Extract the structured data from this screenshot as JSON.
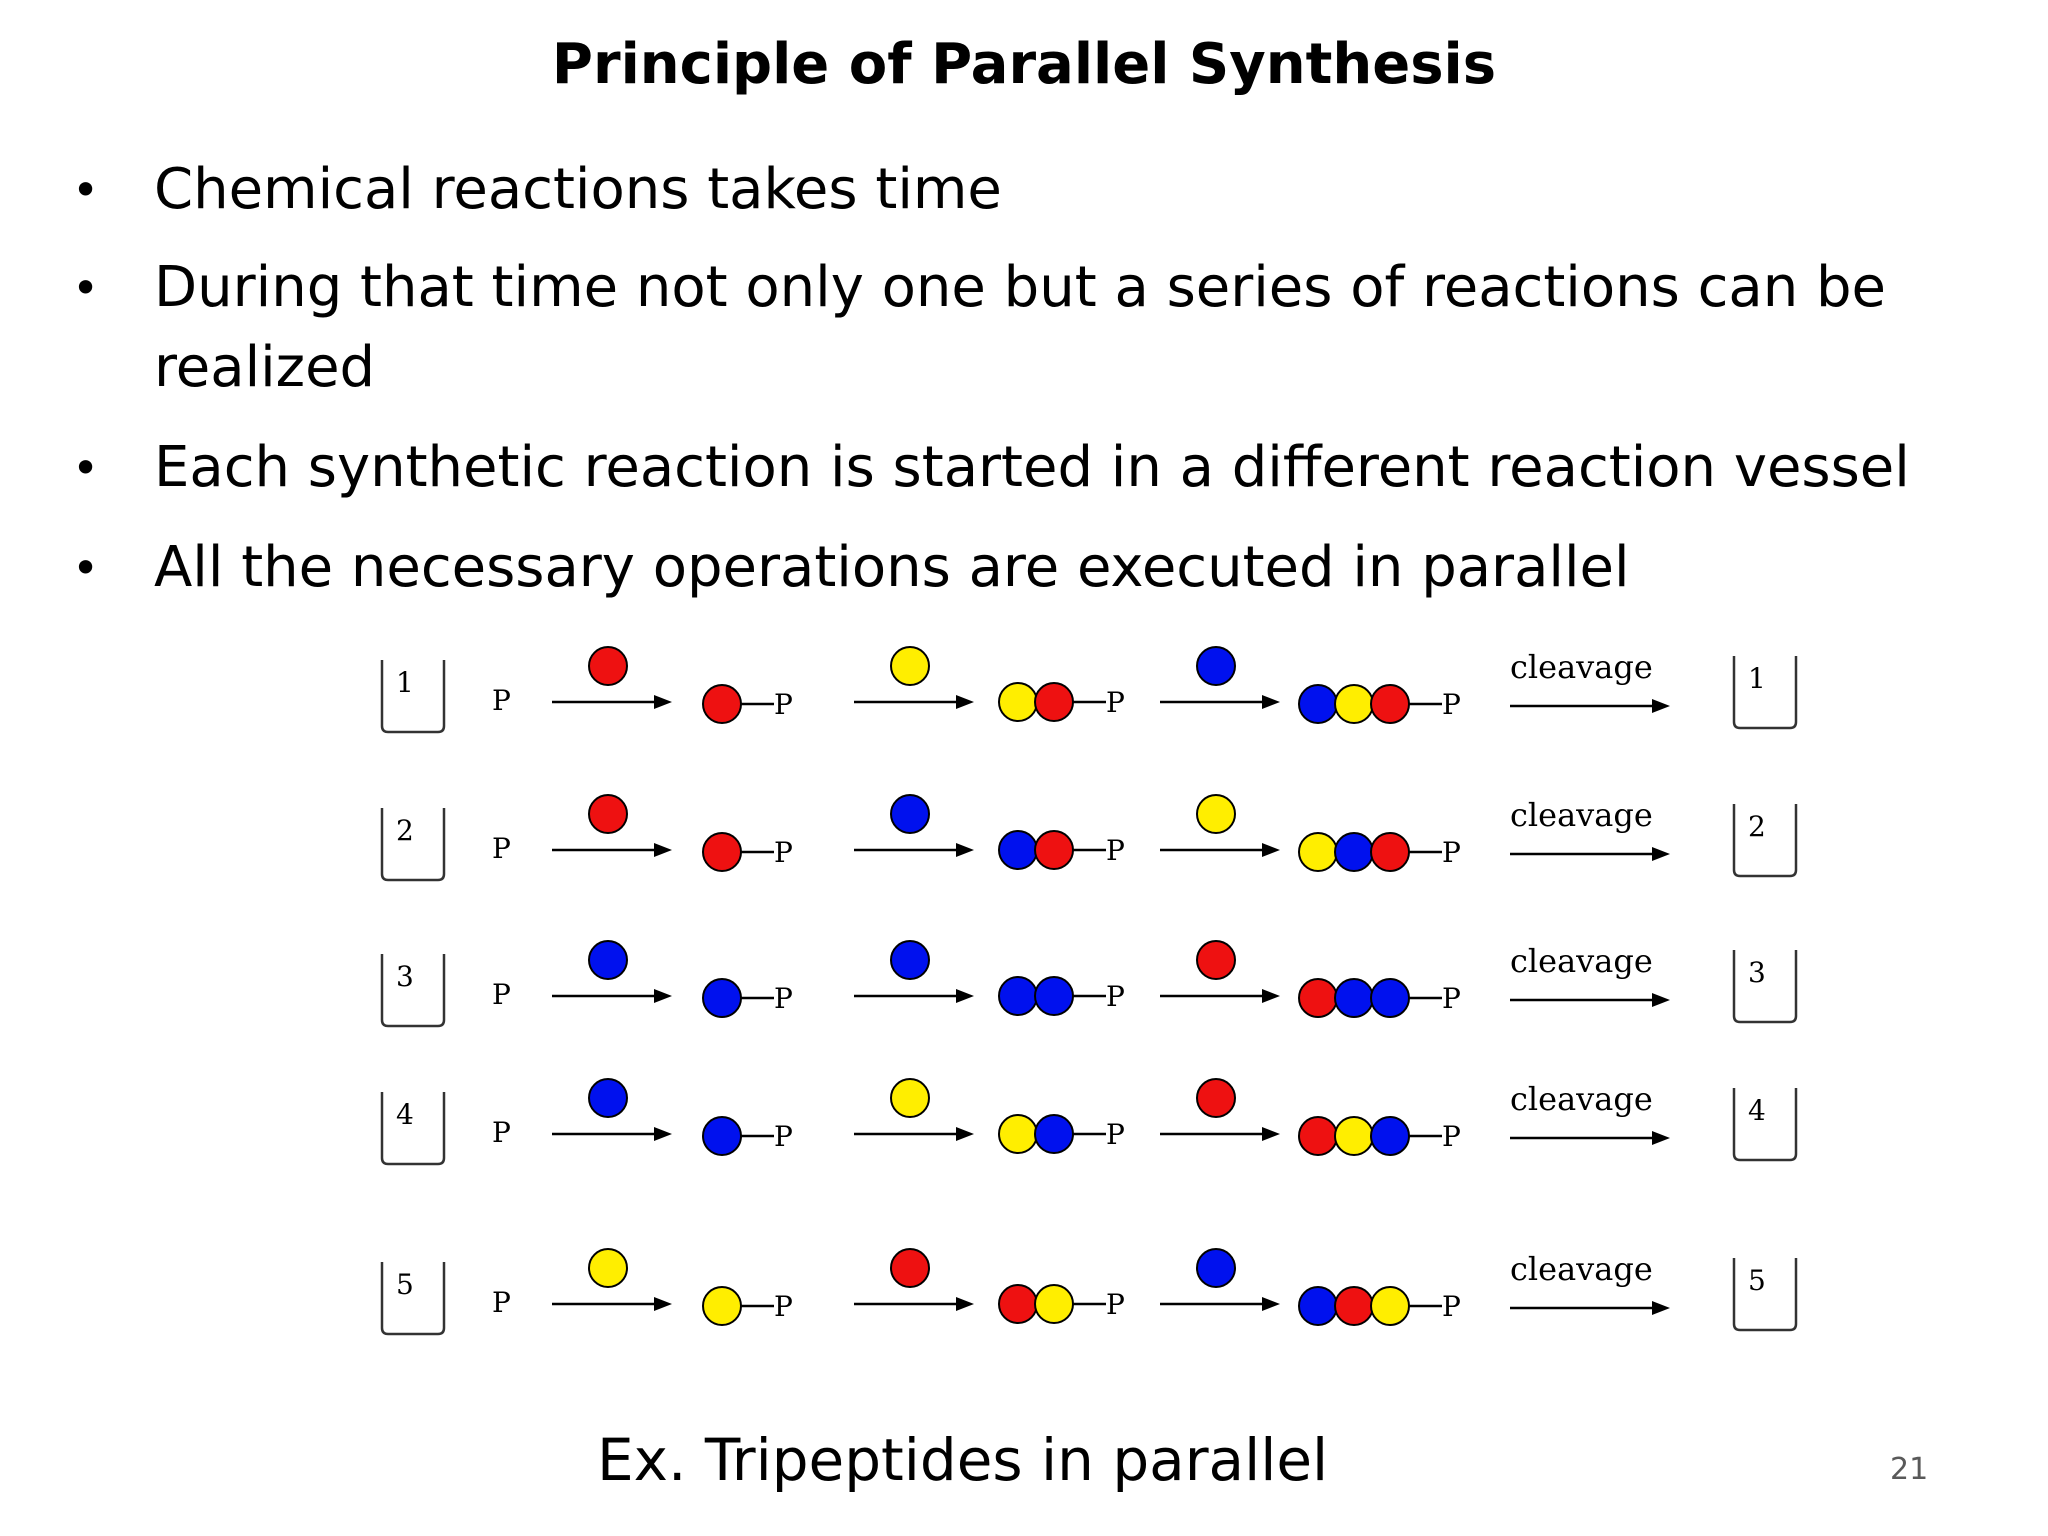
{
  "title": "Principle of Parallel Synthesis",
  "bullets": [
    {
      "text": "Chemical reactions takes time"
    },
    {
      "text": "During that time not only one but a series of reactions can be",
      "continuation": "realized"
    },
    {
      "text": "Each synthetic reaction is started in a different reaction vessel"
    },
    {
      "text": "All the necessary operations are executed in parallel"
    }
  ],
  "diagram": {
    "resin_label": "P",
    "cleavage_label": "cleavage",
    "colors": {
      "red": "#ee1111",
      "yellow": "#ffee00",
      "blue": "#0011ee",
      "outline": "#000000"
    },
    "rows": [
      {
        "vessel": "1",
        "additions": [
          "red",
          "yellow",
          "blue"
        ]
      },
      {
        "vessel": "2",
        "additions": [
          "red",
          "blue",
          "yellow"
        ]
      },
      {
        "vessel": "3",
        "additions": [
          "blue",
          "blue",
          "red"
        ]
      },
      {
        "vessel": "4",
        "additions": [
          "blue",
          "yellow",
          "red"
        ]
      },
      {
        "vessel": "5",
        "additions": [
          "yellow",
          "red",
          "blue"
        ]
      }
    ]
  },
  "caption": "Ex. Tripeptides in parallel",
  "page_number": "21"
}
